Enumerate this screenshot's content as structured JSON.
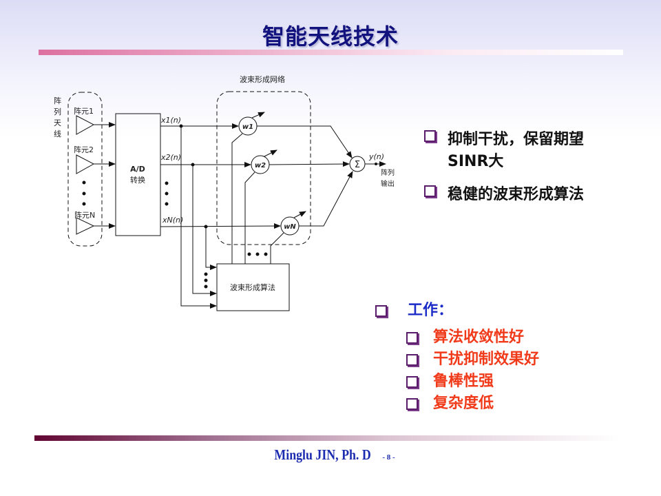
{
  "title": "智能天线技术",
  "diagram": {
    "antenna_group_label": [
      "阵",
      "列",
      "天",
      "线"
    ],
    "elements": [
      "阵元1",
      "阵元2",
      "阵元N"
    ],
    "ad_label": "A/D",
    "ad_sub": "转换",
    "signals": [
      "x1(n)",
      "x2(n)",
      "xN(n)"
    ],
    "network_label": "波束形成网络",
    "weights": [
      "w1",
      "w2",
      "wN"
    ],
    "sum_symbol": "Σ",
    "output_signal": "y(n)",
    "output_label": [
      "阵列",
      "输出"
    ],
    "algorithm_label": "波束形成算法"
  },
  "bullets": [
    {
      "line1": "抑制干扰，保留期望",
      "line2": "SINR大"
    },
    {
      "line1": "稳健的波束形成算法"
    }
  ],
  "work": {
    "label": "工作：",
    "items": [
      "算法收敛性好",
      "干扰抑制效果好",
      "鲁棒性强",
      "复杂度低"
    ]
  },
  "footer": {
    "author": "Minglu JIN, Ph. D",
    "page": "- 8 -"
  },
  "colors": {
    "title": "#12127e",
    "work_heading": "#1c2cc8",
    "work_items": "#f03a1a",
    "checkbox": "#5a1a6a"
  }
}
